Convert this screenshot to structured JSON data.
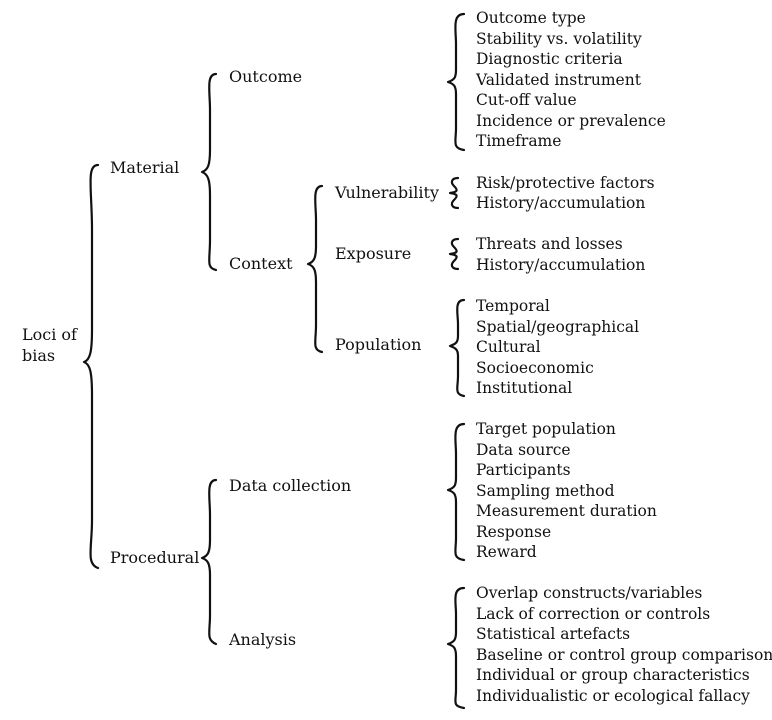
{
  "root": {
    "label_line1": "Loci of",
    "label_line2": "bias"
  },
  "level1": {
    "material": "Material",
    "procedural": "Procedural"
  },
  "level2": {
    "outcome": "Outcome",
    "context": "Context",
    "data_collection": "Data collection",
    "analysis": "Analysis"
  },
  "level3": {
    "vulnerability": "Vulnerability",
    "exposure": "Exposure",
    "population": "Population"
  },
  "leaves": {
    "outcome": [
      "Outcome type",
      "Stability vs. volatility",
      "Diagnostic criteria",
      "Validated instrument",
      "Cut-off value",
      "Incidence or prevalence",
      "Timeframe"
    ],
    "vulnerability": [
      "Risk/protective factors",
      "History/accumulation"
    ],
    "exposure": [
      "Threats and losses",
      "History/accumulation"
    ],
    "population": [
      "Temporal",
      "Spatial/geographical",
      "Cultural",
      "Socioeconomic",
      "Institutional"
    ],
    "data_collection": [
      "Target population",
      "Data source",
      "Participants",
      "Sampling method",
      "Measurement duration",
      "Response",
      "Reward"
    ],
    "analysis": [
      "Overlap constructs/variables",
      "Lack of correction or controls",
      "Statistical artefacts",
      "Baseline or control group comparison",
      "Individual or group characteristics",
      "Individualistic or ecological fallacy"
    ]
  }
}
